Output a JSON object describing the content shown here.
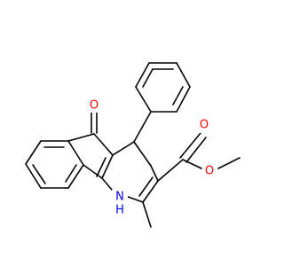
{
  "molecule": {
    "atoms": {
      "oxygen_ketone": {
        "symbol": "O",
        "color": "#ff0000"
      },
      "oxygen_carbonyl": {
        "symbol": "O",
        "color": "#ff0000"
      },
      "oxygen_ether": {
        "symbol": "O",
        "color": "#ff0000"
      },
      "nitrogen": {
        "symbol": "N",
        "color": "#0000ff"
      },
      "nitrogen_h": {
        "symbol": "H",
        "color": "#0000ff"
      }
    },
    "bond_color": "#000000"
  }
}
